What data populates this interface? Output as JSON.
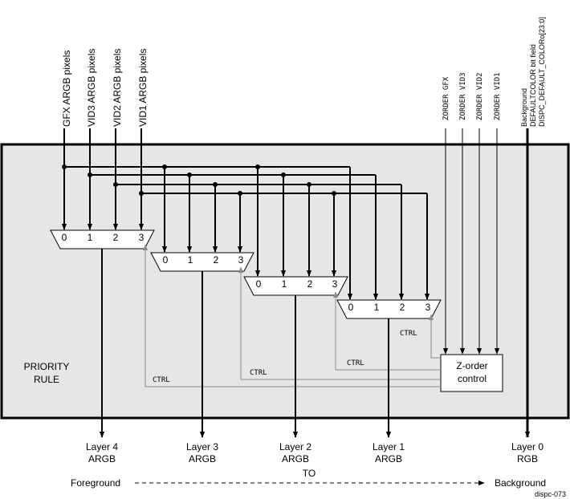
{
  "inputs": {
    "gfx": "GFX ARGB pixels",
    "vid3": "VID3 ARGB pixels",
    "vid2": "VID2 ARGB pixels",
    "vid1": "VID1 ARGB pixels"
  },
  "zorder": {
    "gfx": "ZORDER GFX",
    "vid3": "ZORDER VID3",
    "vid2": "ZORDER VID2",
    "vid1": "ZORDER VID1"
  },
  "background": {
    "line1": "Background",
    "line2": "DEFAULTCOLOR bit field",
    "line3": "DISPC_DEFAULT_COLORo[23:0]"
  },
  "mux_ports": [
    "0",
    "1",
    "2",
    "3"
  ],
  "priority_rule": {
    "line1": "PRIORITY",
    "line2": "RULE"
  },
  "zorder_block": {
    "line1": "Z-order",
    "line2": "control"
  },
  "ctrl": "CTRL",
  "layers": [
    {
      "line1": "Layer 4",
      "line2": "ARGB"
    },
    {
      "line1": "Layer 3",
      "line2": "ARGB"
    },
    {
      "line1": "Layer 2",
      "line2": "ARGB"
    },
    {
      "line1": "Layer 1",
      "line2": "ARGB"
    },
    {
      "line1": "Layer 0",
      "line2": "RGB"
    }
  ],
  "direction": {
    "from": "Foreground",
    "to": "TO",
    "end": "Background"
  },
  "figure_id": "dispc-073"
}
